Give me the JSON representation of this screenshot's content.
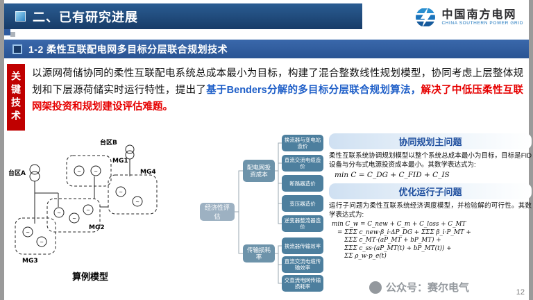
{
  "colors": {
    "header_navy": "#1c4476",
    "banner_blue": "#2f5b9e",
    "key_red": "#c00000",
    "highlight_blue": "#1f5fc8",
    "highlight_red": "#e60000",
    "tree_leaf_blue": "#4d7f9e",
    "logo_blue": "#1b74bc",
    "section_title_blue": "#1d4e9e"
  },
  "header": {
    "section_title": "二、已有研究进展",
    "logo": {
      "name_cn": "中国南方电网",
      "name_en": "CHINA SOUTHERN POWER GRID"
    }
  },
  "banner": {
    "title": "1-2 柔性互联配电网多目标分层联合规划技术"
  },
  "key_tech": {
    "label": "关键技术",
    "text_black": "以源网荷储协同的柔性互联配电系统总成本最小为目标，构建了混合整数线性规划模型，协同考虑上层整体规划和下层源荷储实时运行特性，提出了",
    "text_blue": "基于Benders分解的多目标分层联合规划算法，",
    "text_red": "解决了中低压柔性互联网架投资和规划建设评估难题。"
  },
  "model": {
    "caption": "算例模型",
    "labels": [
      "台区A",
      "台区B",
      "MG1",
      "MG2",
      "MG3",
      "MG4"
    ]
  },
  "tree": {
    "root": "经济性评估",
    "branches": [
      {
        "label": "配电网投资成本",
        "leaves": [
          "换流器与变电站造价",
          "直流交流电缆造价",
          "断路器造价",
          "变压器造价",
          "逆变器整流器造价"
        ]
      },
      {
        "label": "传输损耗率",
        "leaves": [
          "换流器传输效率",
          "直流交流电缆传输效率",
          "交直流电网传输损耗率"
        ]
      }
    ]
  },
  "right": {
    "section1": {
      "title": "协同规划主问题",
      "body": "柔性互联系统协调规划模型以整个系统总成本最小为目标，目标是FID设备与分布式电源投资成本最小。其数学表达式为:",
      "formula": "min C = C_DG + C_FID + C_IS"
    },
    "section2": {
      "title": "优化运行子问题",
      "body": "运行子问题为柔性互联系统经济调度模型，并检验解的可行性。其数学表达式为:",
      "formula_lines": [
        "min C_w = C_new + C_m + C_loss + C_MT",
        "= ΣΣΣ c_new·β_i·ΔP_DG + ΣΣΣ β_i·P_MT +",
        "ΣΣΣ c_MT·(aP_MT + bP_MT) +",
        "ΣΣΣ c_ss·(aP_MT(t) + bP_MT(t)) +",
        "ΣΣ ρ_w·p_e(t)"
      ]
    }
  },
  "footer": {
    "watermark": "公众号：赛尔电气",
    "page_number": "12"
  }
}
